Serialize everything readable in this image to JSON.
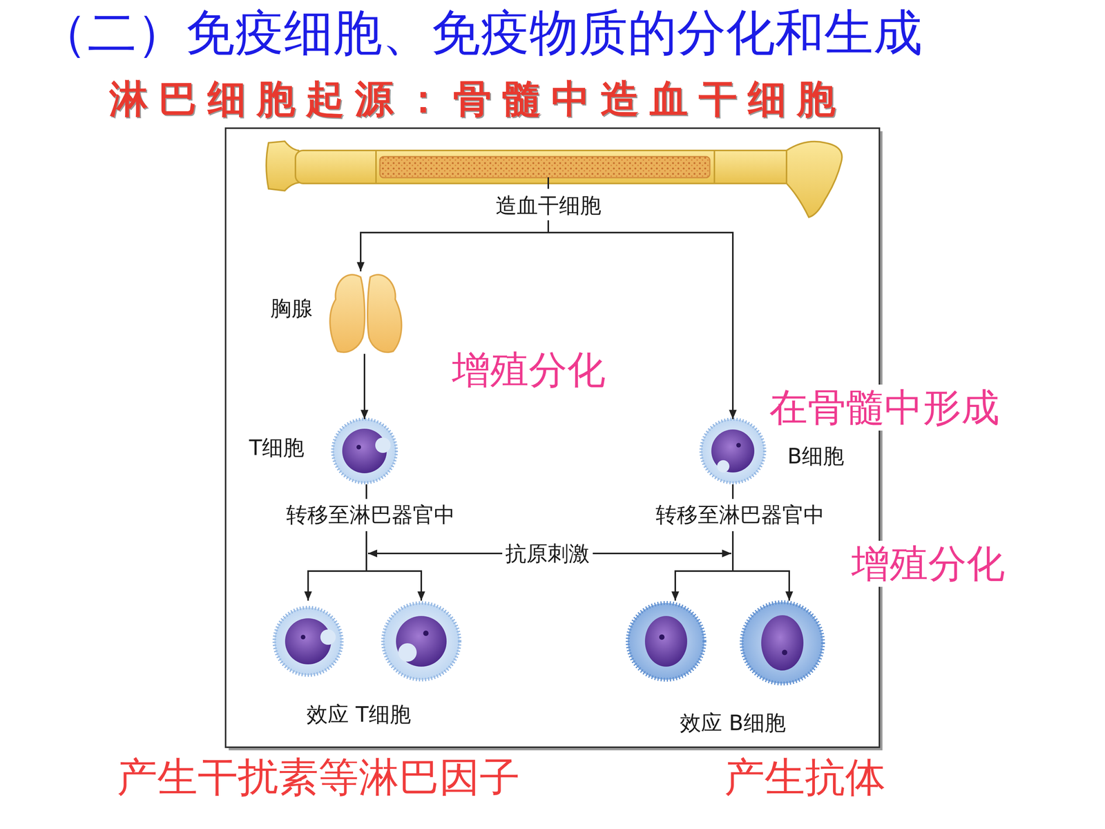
{
  "diagram": {
    "title": "（二）免疫细胞、免疫物质的分化和生成",
    "nodes": [
      {
        "text": [
          "造血干细胞"
        ]
      },
      {
        "text": [
          "胸腺"
        ]
      },
      {
        "text": [
          "T细胞",
          "转移至淋巴器官中"
        ]
      },
      {
        "text": [
          "B细胞",
          "转移至淋巴器官中"
        ]
      },
      {
        "text": [
          "效应 T细胞"
        ]
      },
      {
        "text": [
          "效应 B细胞"
        ]
      }
    ],
    "edges": [
      {
        "from": 0,
        "to": 1,
        "arrow": "to"
      },
      {
        "from": 1,
        "to": 2,
        "arrow": "to"
      },
      {
        "from": 0,
        "to": 3,
        "arrow": "to"
      },
      {
        "from": 2,
        "to": 4,
        "arrow": "to"
      },
      {
        "from": 3,
        "to": 5,
        "arrow": "to"
      }
    ],
    "labels": [
      "淋巴细胞起源：骨髓中造血干细胞",
      "增殖分化",
      "在骨髓中形成",
      "抗原刺激",
      "增殖分化",
      "产生干扰素等淋巴因子",
      "产生抗体"
    ]
  }
}
